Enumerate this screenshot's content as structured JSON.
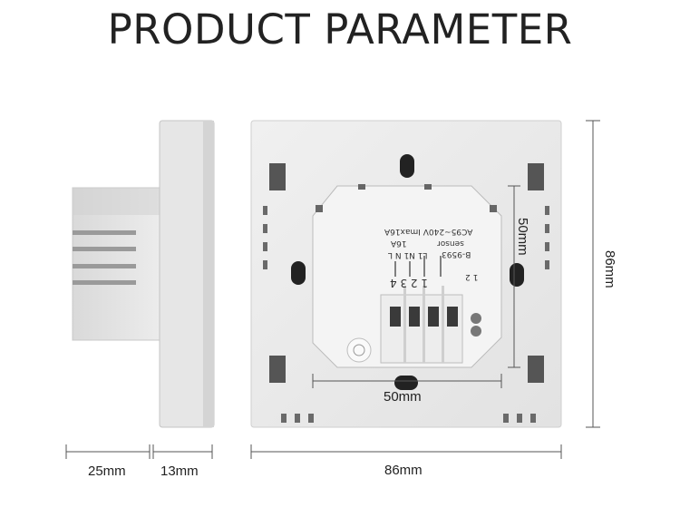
{
  "header": {
    "title": "PRODUCT PARAMETER"
  },
  "dimensions": {
    "depth_back": "25mm",
    "depth_front": "13mm",
    "width": "86mm",
    "height": "86mm",
    "inner_width": "50mm",
    "inner_height": "50mm"
  },
  "terminal_block": {
    "rating_line1": "AC95~240V  Imax16A",
    "rating_line2": "sensor",
    "rating_line3": "16A",
    "model": "B-9593",
    "terminal_labels": "L1  N1  N  L",
    "terminal_numbers": "1  2  3  4",
    "sensor_numbers": "1  2"
  },
  "colors": {
    "background": "#ffffff",
    "body": "#e8e8e8",
    "dimension_line": "#555555",
    "text": "#222222"
  }
}
